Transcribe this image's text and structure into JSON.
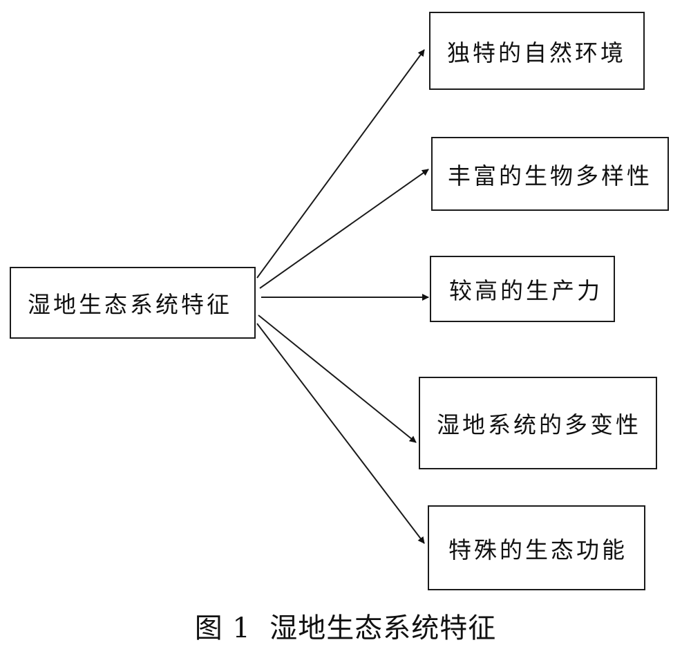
{
  "root": {
    "label": "湿地生态系统特征"
  },
  "branches": [
    {
      "label": "独特的自然环境"
    },
    {
      "label": "丰富的生物多样性"
    },
    {
      "label": "较高的生产力"
    },
    {
      "label": "湿地系统的多变性"
    },
    {
      "label": "特殊的生态功能"
    }
  ],
  "caption": "图 1  湿地生态系统特征"
}
